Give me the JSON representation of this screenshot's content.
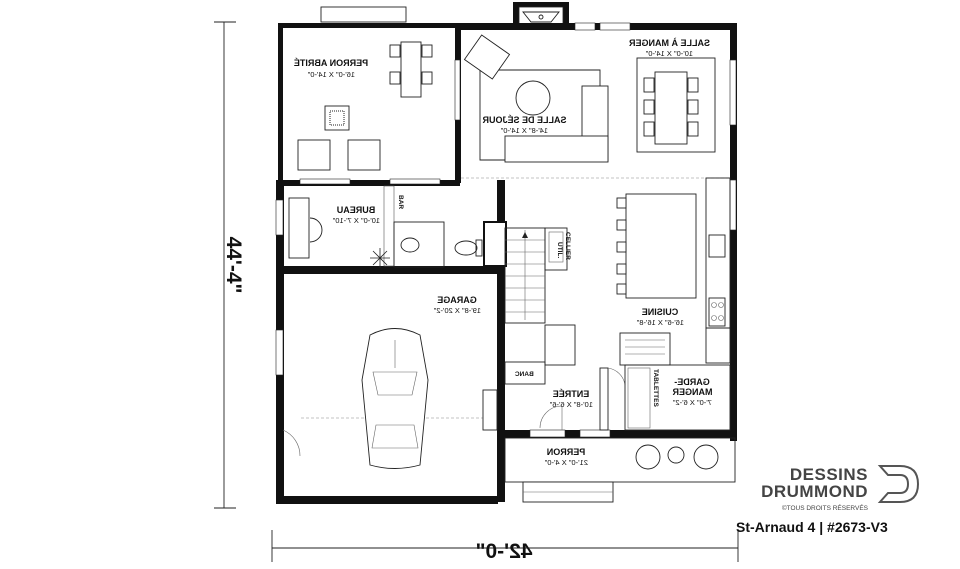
{
  "rooms": {
    "perron_abrite": {
      "name": "PERRON ABRITÉ",
      "dims": "16'-0\" X 14'-0\""
    },
    "salle_a_manger": {
      "name": "SALLE À MANGER",
      "dims": "10'-0\" X 14'-0\""
    },
    "salle_de_sejour": {
      "name": "SALLE DE SÉJOUR",
      "dims": "14'-8\" X 14'-0\""
    },
    "bureau": {
      "name": "BUREAU",
      "dims": "10'-0\" X 7'-10\""
    },
    "garage": {
      "name": "GARAGE",
      "dims": "19'-8\" X 20'-2\""
    },
    "cuisine": {
      "name": "CUISINE",
      "dims": "16'-6\" X 16'-8\""
    },
    "entree": {
      "name": "ENTRÉE",
      "dims": "10'-8\" X 6'-6\""
    },
    "garde_manger": {
      "name_line1": "GARDE-",
      "name_line2": "MANGER",
      "dims": "7'-0\" X 6'-2\""
    },
    "perron": {
      "name": "PERRON",
      "dims": "21'-0\" X 4'-0\""
    }
  },
  "small_labels": {
    "cellier": "CELLIER",
    "util": "UTIL.",
    "banc": "BANC",
    "tablettes": "TABLETTES",
    "bar": "BAR"
  },
  "dimensions": {
    "width": "42'-0\"",
    "depth": "44'-4\""
  },
  "branding": {
    "line1": "DESSINS",
    "line2": "DRUMMOND",
    "rights": "©TOUS DROITS RÉSERVÉS",
    "plan_ref": "St-Arnaud 4 | #2673-V3"
  }
}
